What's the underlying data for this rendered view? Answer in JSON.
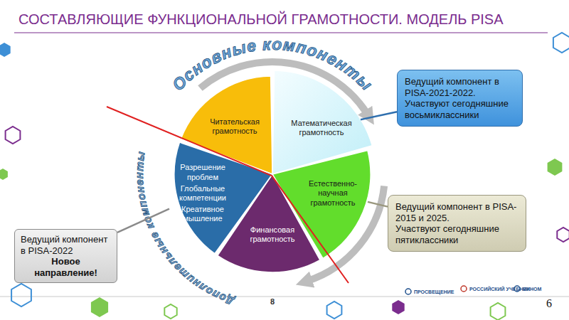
{
  "diagram": {
    "title": "СОСТАВЛЯЮЩИЕ ФУНКЦИОНАЛЬНОЙ ГРАМОТНОСТИ. МОДЕЛЬ  PISA",
    "nodes": [
      {
        "text": [
          "Читательская грамотность"
        ]
      },
      {
        "text": [
          "Математическая грамотность"
        ]
      },
      {
        "text": [
          "Естественно-научная грамотность"
        ]
      },
      {
        "text": [
          "Финансовая грамотность"
        ]
      },
      {
        "text": [
          "Разрешение проблем",
          "Глобальные компетенции",
          "Креативное мышление"
        ]
      },
      {
        "text": [
          "Ведущий компонент в PISA-2021-2022.",
          "Участвуют сегодняшние восьмиклассники"
        ]
      },
      {
        "text": [
          "Ведущий компонент в PISA-2015 и 2025.",
          "Участвуют сегодняшние пятиклассники"
        ]
      },
      {
        "text": [
          "Ведущий компонент в PISA-2022",
          "Новое направление!"
        ]
      }
    ],
    "edges": [
      {
        "from": 5,
        "to": 1,
        "arrow": "none"
      },
      {
        "from": 6,
        "to": 2,
        "arrow": "none"
      },
      {
        "from": 7,
        "to": 4,
        "arrow": "none"
      }
    ],
    "labels": [
      "Основные компоненты",
      "Дополнительные компоненты",
      "8",
      "ПРОСВЕЩЕНИЕ",
      "РОССИЙСКИЙ УЧЕБНИК",
      "БИНОМ",
      "6"
    ]
  }
}
